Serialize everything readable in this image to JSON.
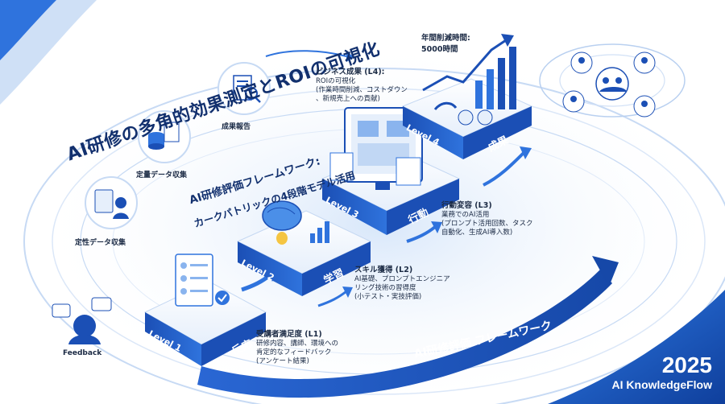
{
  "title": "AI研修の多角的効果測定とROIの可視化",
  "framework_title": "AI研修評価フレームワーク:",
  "framework_subtitle": "カークパトリックの4段階モデル活用",
  "arc_label": "AI研修評価 フレームワーク",
  "annual_reduction": {
    "line1": "年間削減時間:",
    "line2": "5000時間"
  },
  "sources": {
    "qualitative": "定性データ収集",
    "quantitative": "定量データ収集",
    "report": "成果報告",
    "feedback": "Feedback"
  },
  "levels": [
    {
      "tag": "Level 1",
      "name": "反応",
      "head": "受講者満足度 (L1)",
      "body": [
        "研修内容、講師、環境への",
        "肯定的なフィードバック",
        "(アンケート結果)"
      ]
    },
    {
      "tag": "Level 2",
      "name": "学習",
      "head": "スキル獲得 (L2)",
      "body": [
        "AI基礎、プロンプトエンジニア",
        "リング技術の習得度",
        "(小テスト・実技評価)"
      ]
    },
    {
      "tag": "Level 3",
      "name": "行動",
      "head": "行動変容 (L3)",
      "body": [
        "業務でのAI活用",
        "(プロンプト活用回数、タスク",
        "自動化、生成AI導入数)"
      ]
    },
    {
      "tag": "Level 4",
      "name": "成果",
      "head": "ビジネス成果 (L4):",
      "body": [
        "ROIの可視化",
        "(作業時間削減、コストダウン",
        "、新規売上への貢献)"
      ]
    }
  ],
  "brand": {
    "year": "2025",
    "name": "AI KnowledgeFlow"
  },
  "colors": {
    "primary": "#1f5fd0",
    "dark": "#12306e",
    "light": "#dbe8f8",
    "accent": "#2f7be6"
  }
}
